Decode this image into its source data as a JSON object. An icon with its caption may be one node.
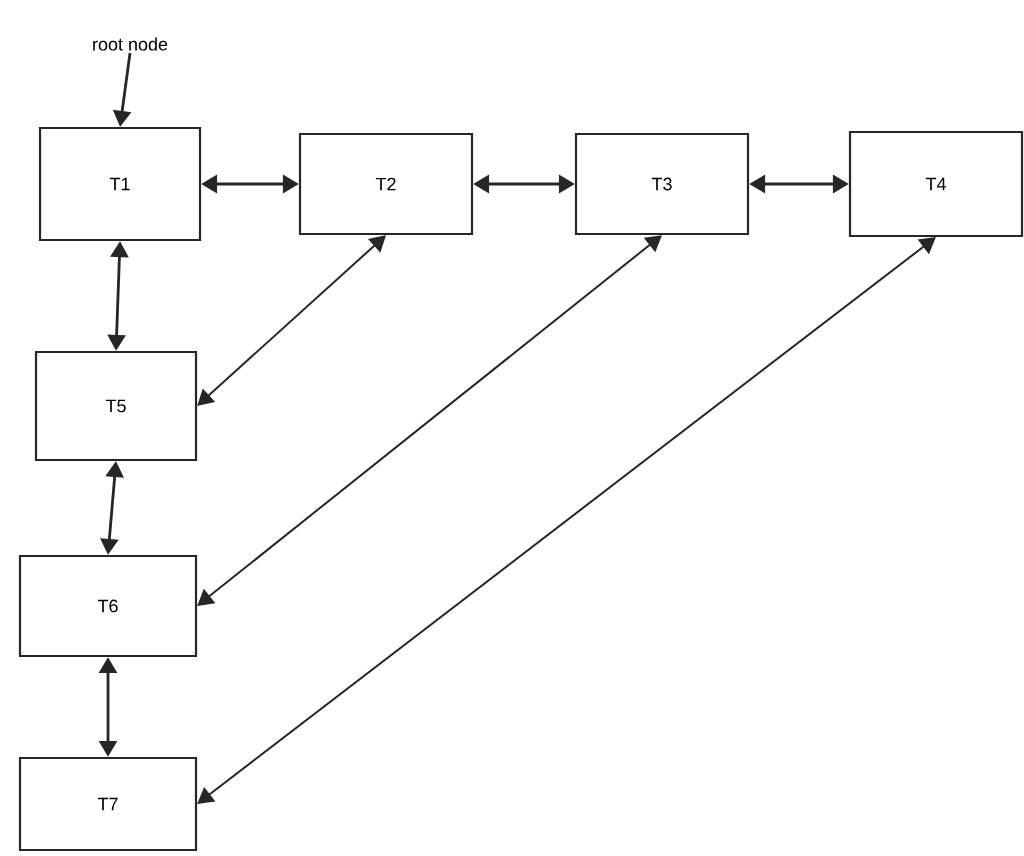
{
  "diagram": {
    "nodes": [
      {
        "text": [
          "root node"
        ]
      },
      {
        "text": [
          "T1"
        ]
      },
      {
        "text": [
          "T2"
        ]
      },
      {
        "text": [
          "T3"
        ]
      },
      {
        "text": [
          "T4"
        ]
      },
      {
        "text": [
          "T5"
        ]
      },
      {
        "text": [
          "T6"
        ]
      },
      {
        "text": [
          "T7"
        ]
      }
    ],
    "edges": [
      {
        "from": 0,
        "to": 1,
        "arrow": "to"
      },
      {
        "from": 1,
        "to": 2,
        "arrow": "both"
      },
      {
        "from": 2,
        "to": 3,
        "arrow": "both"
      },
      {
        "from": 3,
        "to": 4,
        "arrow": "both"
      },
      {
        "from": 1,
        "to": 5,
        "arrow": "both"
      },
      {
        "from": 5,
        "to": 2,
        "arrow": "both"
      },
      {
        "from": 5,
        "to": 6,
        "arrow": "both"
      },
      {
        "from": 6,
        "to": 3,
        "arrow": "both"
      },
      {
        "from": 6,
        "to": 7,
        "arrow": "both"
      },
      {
        "from": 7,
        "to": 4,
        "arrow": "both"
      }
    ]
  }
}
